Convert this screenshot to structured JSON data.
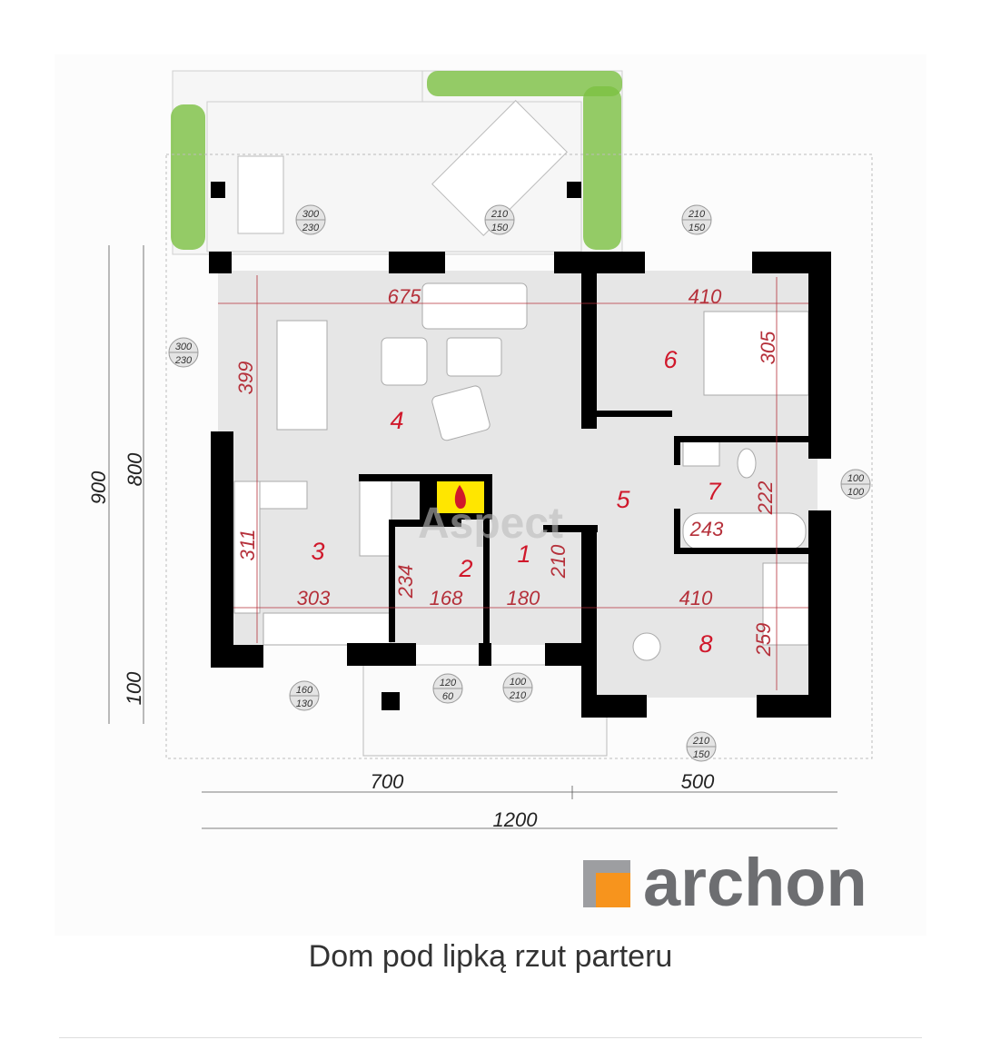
{
  "caption": "Dom pod lipką rzut parteru",
  "logo": {
    "text": "archon",
    "colors": {
      "gray": "#6d6e71",
      "orange": "#f7941d"
    }
  },
  "watermark": "Aspect",
  "rooms": [
    {
      "id": "4",
      "label": "4"
    },
    {
      "id": "6",
      "label": "6"
    },
    {
      "id": "5",
      "label": "5"
    },
    {
      "id": "7",
      "label": "7"
    },
    {
      "id": "3",
      "label": "3"
    },
    {
      "id": "2",
      "label": "2"
    },
    {
      "id": "1",
      "label": "1"
    },
    {
      "id": "8",
      "label": "8"
    }
  ],
  "room_dimensions": [
    "675",
    "410",
    "305",
    "399",
    "222",
    "243",
    "311",
    "234",
    "303",
    "168",
    "180",
    "210",
    "410",
    "259"
  ],
  "openings": [
    {
      "w": "300",
      "h": "230"
    },
    {
      "w": "210",
      "h": "150"
    },
    {
      "w": "210",
      "h": "150"
    },
    {
      "w": "300",
      "h": "230"
    },
    {
      "w": "100",
      "h": "100"
    },
    {
      "w": "160",
      "h": "130"
    },
    {
      "w": "120",
      "h": "60"
    },
    {
      "w": "100",
      "h": "210"
    },
    {
      "w": "210",
      "h": "150"
    }
  ],
  "overall_dimensions": {
    "height_total": "900",
    "height_house": "800",
    "height_porch": "100",
    "width_left": "700",
    "width_right": "500",
    "width_total": "1200"
  },
  "colors": {
    "wall": "#000000",
    "floor": "#e6e6e6",
    "dimension": "#b5303a",
    "room_number": "#d0182b",
    "plants": "#7cc142",
    "fireplace": "#ffe600"
  }
}
